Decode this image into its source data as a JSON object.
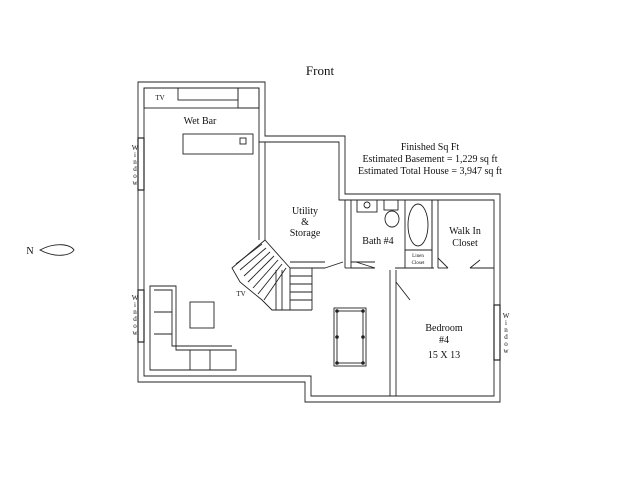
{
  "plan": {
    "front_label": "Front",
    "north_label": "N",
    "sqft": {
      "heading": "Finished Sq Ft",
      "basement": "Estimated Basement = 1,229 sq ft",
      "total": "Estimated Total House = 3,947 sq ft"
    },
    "rooms": {
      "wet_bar": "Wet Bar",
      "tv_top": "TV",
      "tv_lower": "TV",
      "utility_1": "Utility",
      "utility_2": "&",
      "utility_3": "Storage",
      "bath": "Bath #4",
      "linen_1": "Linen",
      "linen_2": "Closet",
      "walkin_1": "Walk In",
      "walkin_2": "Closet",
      "bedroom_1": "Bedroom",
      "bedroom_2": "#4",
      "bedroom_size": "15 X 13"
    },
    "windows": {
      "left_upper": [
        "W",
        "i",
        "n",
        "d",
        "o",
        "w"
      ],
      "left_lower": [
        "W",
        "i",
        "n",
        "d",
        "o",
        "w"
      ],
      "right": [
        "W",
        "i",
        "n",
        "d",
        "o",
        "w"
      ]
    }
  }
}
